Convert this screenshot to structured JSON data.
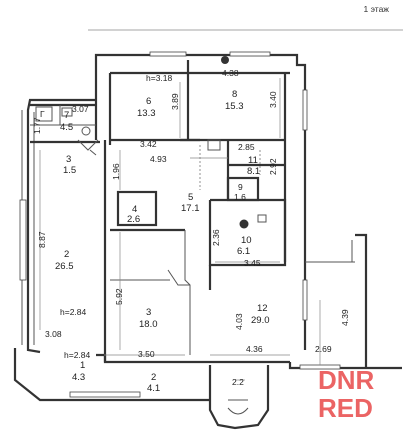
{
  "floor_label": "1 этаж",
  "brand": {
    "line1": "DNR",
    "line2": "RED",
    "color": "#e84a4a"
  },
  "rooms": [
    {
      "id": "2",
      "area": "26.5"
    },
    {
      "id": "3",
      "area": "1.5"
    },
    {
      "id": "3",
      "area": "18.0"
    },
    {
      "id": "4",
      "area": "2.6"
    },
    {
      "id": "5",
      "area": "17.1"
    },
    {
      "id": "6",
      "area": "13.3"
    },
    {
      "id": "7",
      "area": "4.5"
    },
    {
      "id": "8",
      "area": "15.3"
    },
    {
      "id": "9",
      "area": "1.6"
    },
    {
      "id": "10",
      "area": "6.1"
    },
    {
      "id": "11",
      "area": "8.1"
    },
    {
      "id": "12",
      "area": "29.0"
    },
    {
      "id": "1",
      "area": "4.3"
    },
    {
      "id": "2",
      "area": "4.1"
    }
  ],
  "dimensions": [
    "h=3.18",
    "4.38",
    "3.89",
    "3.40",
    "3.07",
    "1.77",
    "3.42",
    "4.93",
    "2.85",
    "2.92",
    "1.96",
    "8.87",
    "2.36",
    "3.45",
    "5.92",
    "4.03",
    "4.39",
    "h=2.84",
    "3.08",
    "h=2.84",
    "3.50",
    "4.36",
    "2.69",
    "2.2"
  ],
  "markers": {
    "toilet": "Г"
  }
}
